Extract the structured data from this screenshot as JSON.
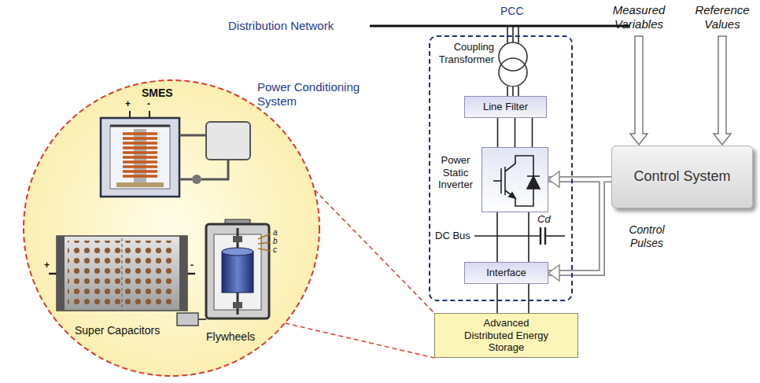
{
  "diagram": {
    "nodes": [
      {
        "text": [
          "Power Conditioning System"
        ]
      },
      {
        "text": [
          "Coupling Transformer"
        ],
        "in": 0
      },
      {
        "text": [
          "Line Filter"
        ],
        "in": 0
      },
      {
        "text": [
          "Power Static Inverter"
        ],
        "in": 0
      },
      {
        "text": [
          "Interface"
        ],
        "in": 0
      },
      {
        "text": [
          "Advanced Distributed Energy Storage"
        ]
      },
      {
        "text": [
          "Control System"
        ]
      },
      {
        "text": [
          "SMES",
          "Super Capacitors",
          "Flywheels"
        ]
      }
    ],
    "edges": [
      {
        "from": 1,
        "to": 2,
        "arrow": "none"
      },
      {
        "from": 2,
        "to": 3,
        "arrow": "none"
      },
      {
        "from": 3,
        "to": 4,
        "arrow": "none"
      },
      {
        "from": 4,
        "to": 5,
        "arrow": "none"
      },
      {
        "from": 6,
        "to": 3,
        "arrow": "to"
      },
      {
        "from": 6,
        "to": 4,
        "arrow": "to"
      },
      {
        "from": 7,
        "to": 5,
        "arrow": "none"
      }
    ],
    "labels": [
      "Distribution Network",
      "PCC",
      "DC Bus",
      "Cd",
      "Measured Variables",
      "Reference Values",
      "Control Pulses",
      "+",
      "-",
      "+",
      "-",
      "a",
      "b",
      "c"
    ]
  }
}
